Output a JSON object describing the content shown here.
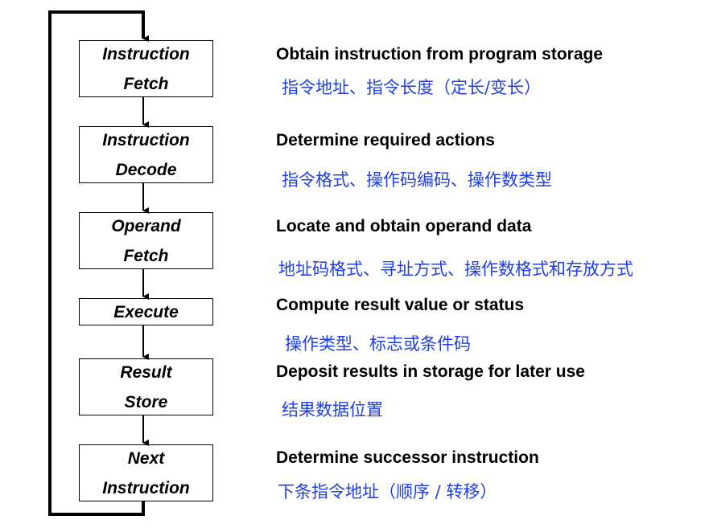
{
  "steps": [
    {
      "lines": [
        "Instruction",
        "Fetch"
      ],
      "description": "Obtain instruction from program storage",
      "note": "指令地址、指令长度（定长/变长）"
    },
    {
      "lines": [
        "Instruction",
        "Decode"
      ],
      "description": "Determine required actions",
      "note": "指令格式、操作码编码、操作数类型"
    },
    {
      "lines": [
        "Operand",
        "Fetch"
      ],
      "description": "Locate and obtain operand data",
      "note": "地址码格式、寻址方式、操作数格式和存放方式"
    },
    {
      "lines": [
        "Execute"
      ],
      "description": "Compute result value or status",
      "note": "操作类型、标志或条件码"
    },
    {
      "lines": [
        "Result",
        "Store"
      ],
      "description": "Deposit results in storage for later use",
      "note": "结果数据位置"
    },
    {
      "lines": [
        "Next",
        "Instruction"
      ],
      "description": "Determine successor instruction",
      "note": "下条指令地址（顺序 / 转移）"
    }
  ],
  "colors": {
    "note": "#1f3fe6",
    "line": "#000000"
  }
}
